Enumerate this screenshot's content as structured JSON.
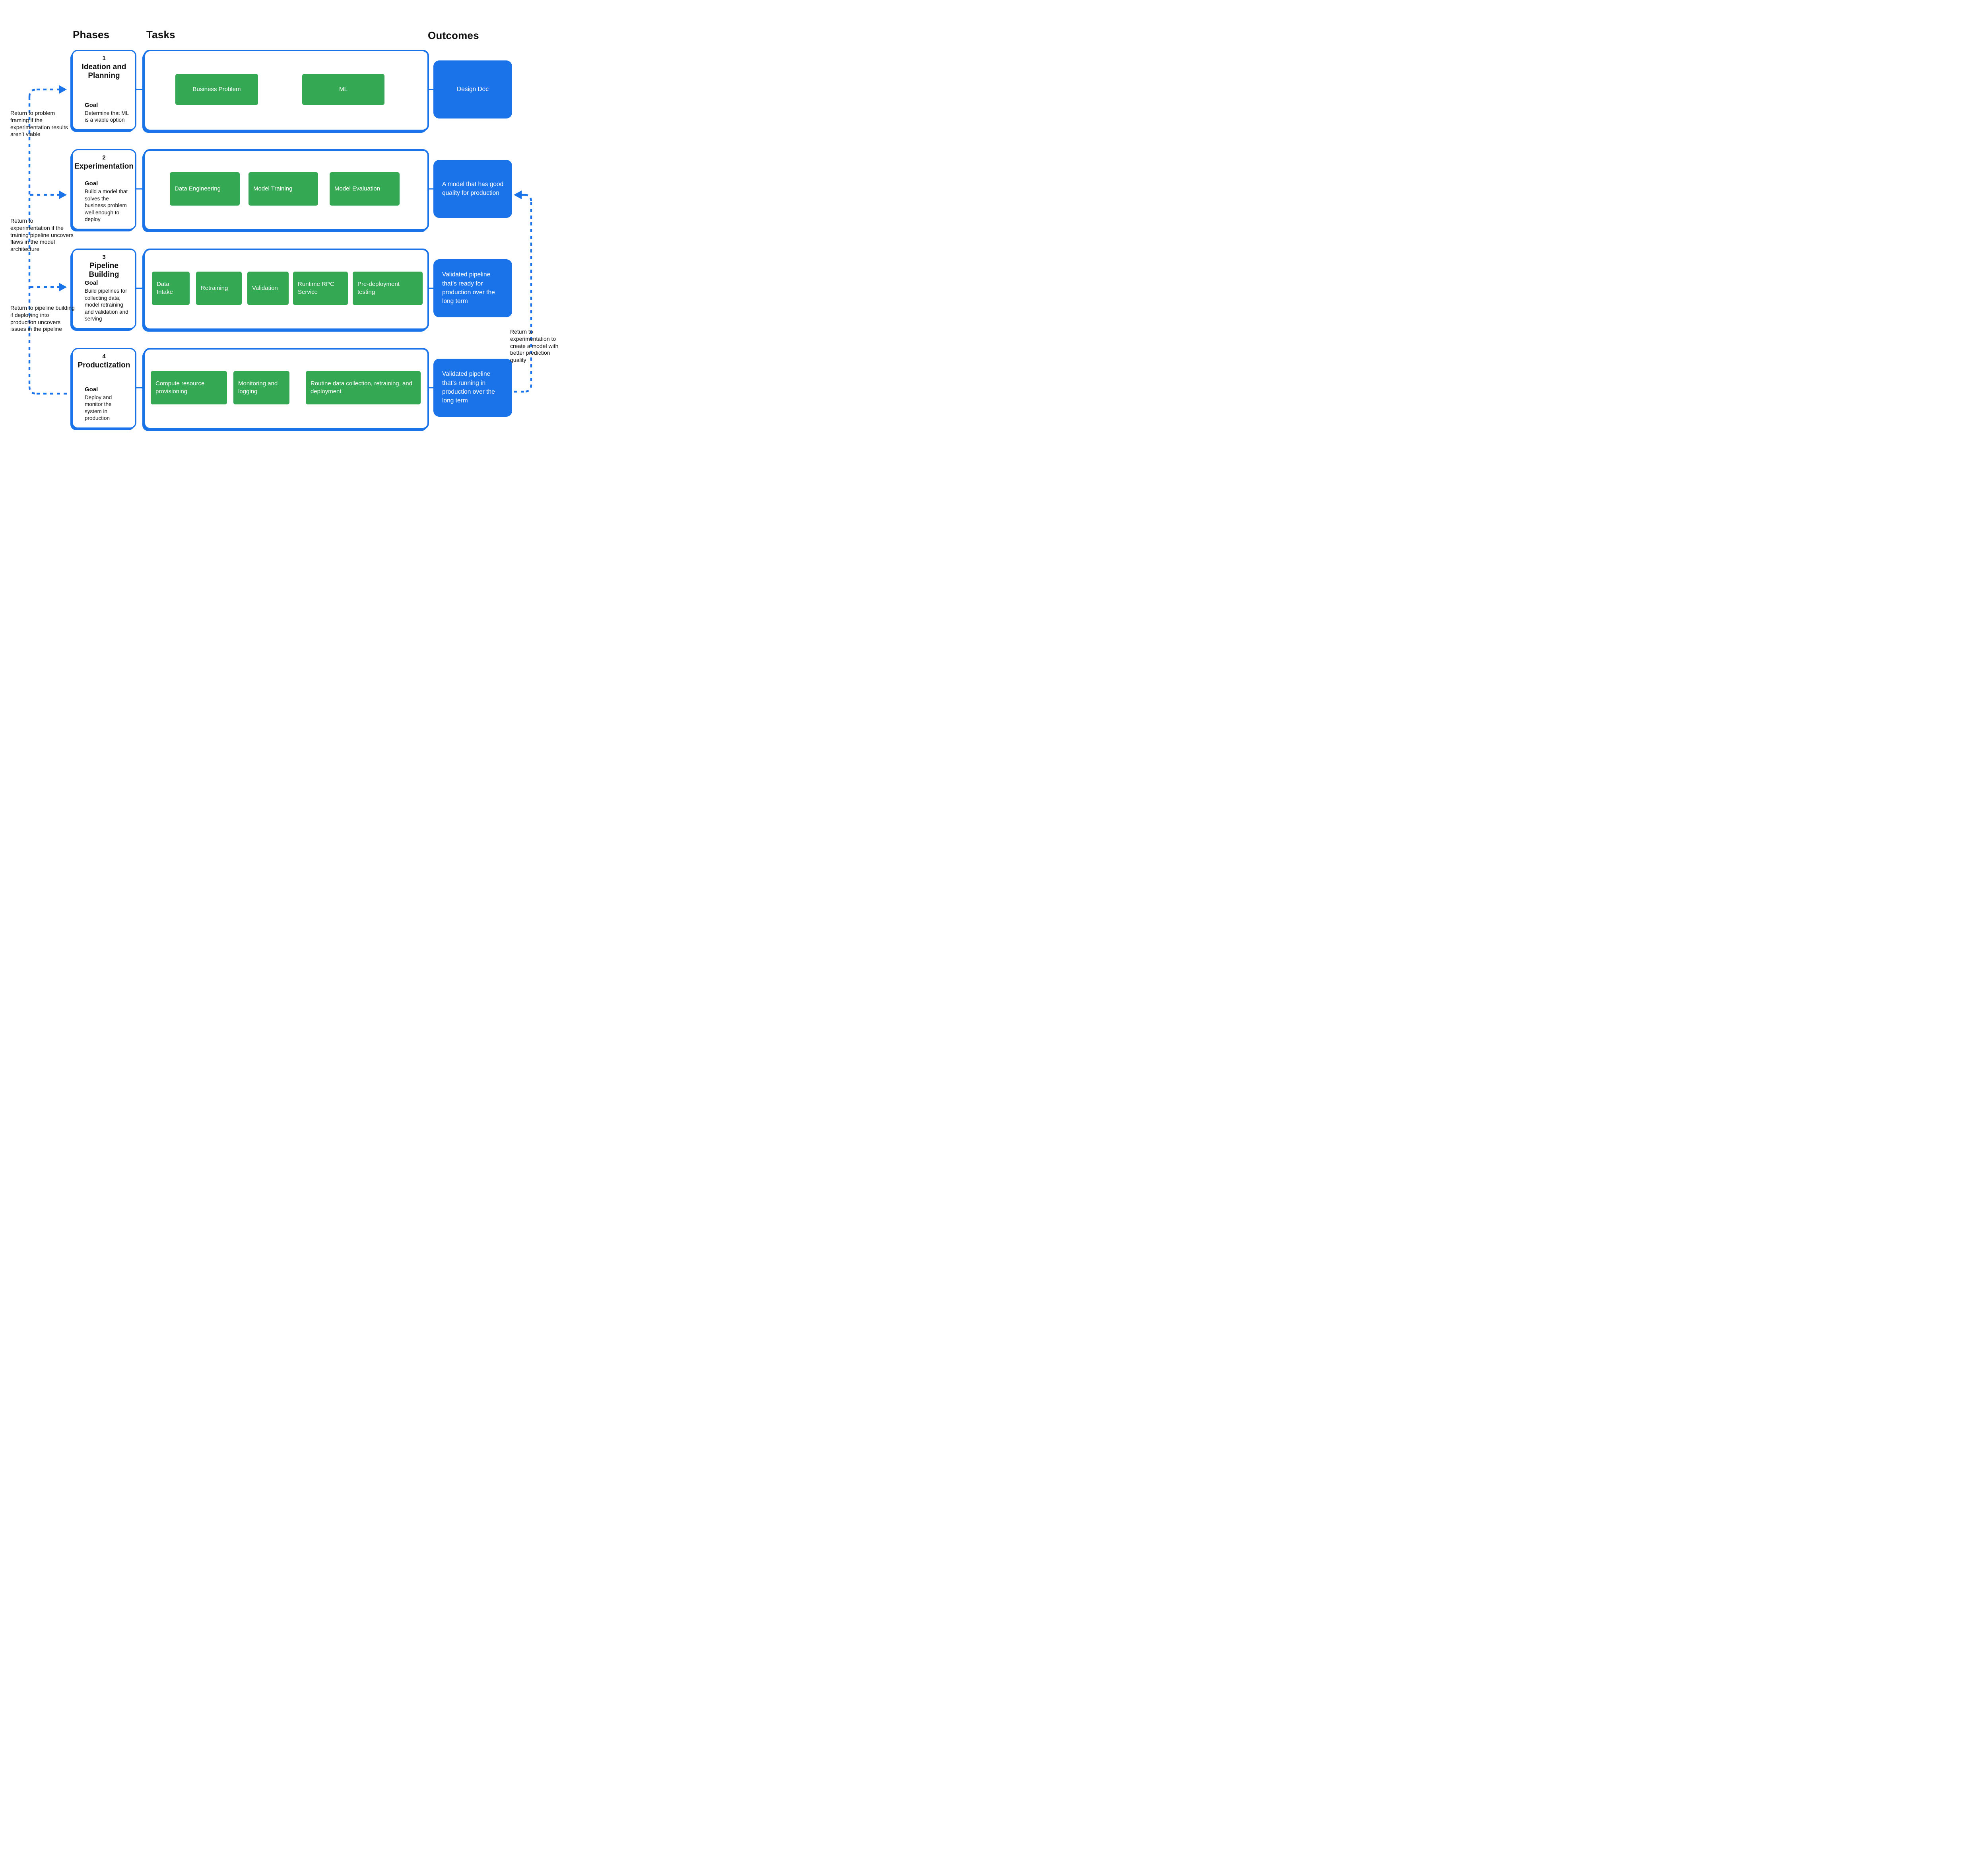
{
  "headers": {
    "phases": "Phases",
    "tasks": "Tasks",
    "outcomes": "Outcomes"
  },
  "colors": {
    "task_green": "#34A853",
    "outcome_blue": "#1A73E8",
    "text_black": "#111111"
  },
  "phases": [
    {
      "number": "1",
      "title": "Ideation and Planning",
      "goal_label": "Goal",
      "goal": "Determine that ML is a viable option"
    },
    {
      "number": "2",
      "title": "Experimentation",
      "goal_label": "Goal",
      "goal": "Build a model that solves the business problem well enough to deploy"
    },
    {
      "number": "3",
      "title": "Pipeline Building",
      "goal_label": "Goal",
      "goal": "Build pipelines for collecting data, model retraining and validation and serving"
    },
    {
      "number": "4",
      "title": "Productization",
      "goal_label": "Goal",
      "goal": "Deploy and monitor the system in production"
    }
  ],
  "tasks": {
    "row1": [
      "Business Problem",
      "ML"
    ],
    "row2": [
      "Data Engineering",
      "Model Training",
      "Model Evaluation"
    ],
    "row3": [
      "Data Intake",
      "Retraining",
      "Validation",
      "Runtime RPC Service",
      "Pre-deployment testing"
    ],
    "row4": [
      "Compute  resource provisioning",
      "Monitoring and logging",
      "Routine data collection, retraining, and deployment"
    ]
  },
  "outcomes": [
    "Design Doc",
    "A model that has good quality for production",
    "Validated pipeline that’s ready for production over the long term",
    "Validated pipeline that’s running in production over the long term"
  ],
  "captions": {
    "return_problem_framing": "Return to problem framing if the experimentation results aren’t viable",
    "return_experimentation_left": "Return to experimentation if the training pipeline uncovers flaws in the model architecture",
    "return_pipeline_building": "Return to pipeline building if deploying into production uncovers issues in the pipeline",
    "return_experimentation_right": "Return to experimentation to create a model with better prediction quality"
  }
}
